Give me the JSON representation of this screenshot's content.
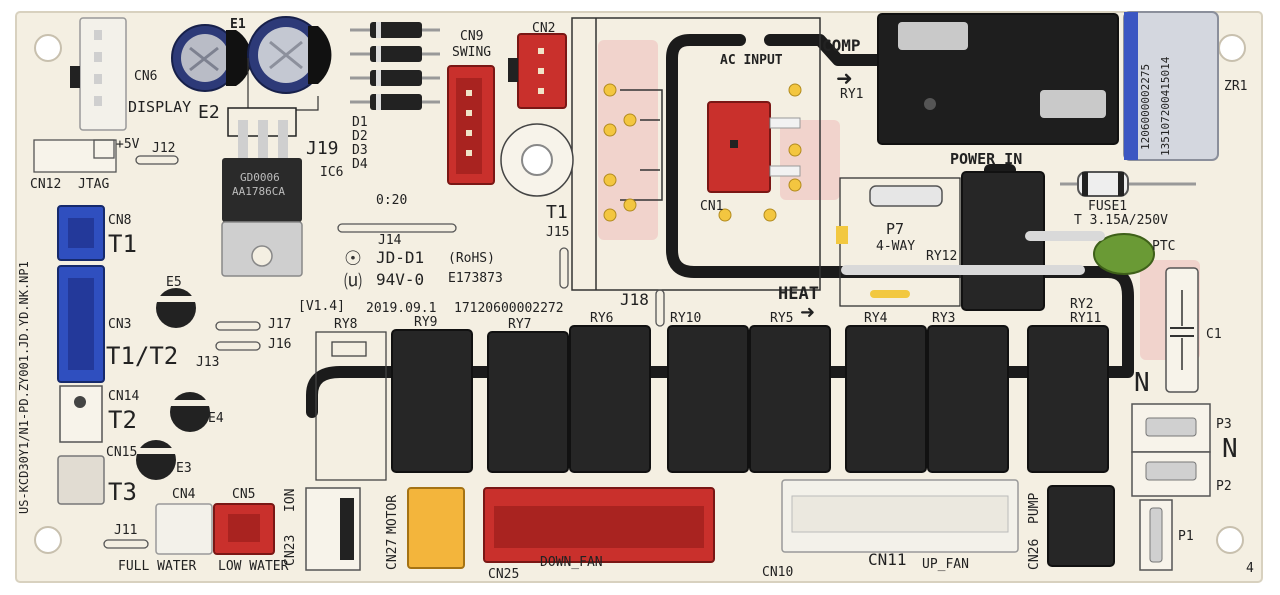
{
  "labels": {
    "cn6": "CN6",
    "display": "DISPLAY",
    "e1": "E1",
    "e2": "E2",
    "plus5v": "+5V",
    "j12": "J12",
    "cn12": "CN12",
    "jtag": "JTAG",
    "j19": "J19",
    "ic6": "IC6",
    "d1": "D1",
    "d2": "D2",
    "d3": "D3",
    "d4": "D4",
    "cn9": "CN9",
    "swing": "SWING",
    "cn2": "CN2",
    "ac_input": "AC INPUT",
    "cn1": "CN1",
    "t1_transformer": "T1",
    "j15": "J15",
    "comp": "COMP",
    "ry1": "RY1",
    "zr1": "ZR1",
    "power_in": "POWER IN",
    "fuse1": "FUSE1",
    "fuse_rating": "T 3.15A/250V",
    "p7": "P7",
    "four_way": "4-WAY",
    "ry12": "RY12",
    "ptc": "PTC",
    "heat": "HEAT",
    "ry2": "RY2",
    "ry11": "RY11",
    "cn8": "CN8",
    "t1_sensor": "T1",
    "cn3": "CN3",
    "t1_t2": "T1/T2",
    "cn14": "CN14",
    "t2": "T2",
    "cn15": "CN15",
    "t3": "T3",
    "e5": "E5",
    "e4": "E4",
    "e3": "E3",
    "j17": "J17",
    "j16": "J16",
    "j13": "J13",
    "j14": "J14",
    "j18": "J18",
    "time_code": "0:20",
    "jd": "JD-D1",
    "rohs": "(RoHS)",
    "ul": "94V-0",
    "ul_file": "E173873",
    "version": "[V1.4]",
    "date": "2019.09.1",
    "serial": "17120600002272",
    "ry8": "RY8",
    "ry9": "RY9",
    "ry7": "RY7",
    "ry6": "RY6",
    "ry10": "RY10",
    "ry5": "RY5",
    "ry4": "RY4",
    "ry3": "RY3",
    "c1": "C1",
    "n1": "N",
    "n2": "N",
    "p3": "P3",
    "p2": "P2",
    "p1": "P1",
    "side_model": "US-KCD30Y1/N1-PD.ZY001.JD.YD.NK.NP1",
    "cn4": "CN4",
    "cn5": "CN5",
    "j11": "J11",
    "full_water": "FULL WATER",
    "low_water": "LOW WATER",
    "cn23": "CN23",
    "ion": "ION",
    "cn27": "CN27",
    "motor": "MOTOR",
    "cn25": "CN25",
    "down_fan": "DOWN_FAN",
    "cn10": "CN10",
    "cn11": "CN11",
    "up_fan": "UP_FAN",
    "cn26": "CN26",
    "pump": "PUMP",
    "corner_4": "4",
    "comp_sticker": "1206000002275",
    "comp_sticker2": "135107200415014",
    "ic_mark1": "AA1786CA",
    "ic_mark2": "GD0006"
  },
  "colors": {
    "board": "#f4efe2",
    "trace": "#1b1b1b",
    "relay": "#262626",
    "red_connector": "#c9302c",
    "blue_connector": "#2f4fbf",
    "yellow_connector": "#f3b53c",
    "white_connector": "#f3f1ea",
    "green_ptc": "#6a9a35",
    "cap_blue": "#2d3a78"
  },
  "icons": {
    "ul_mark": "ul-recognized-icon",
    "jd_logo": "jd-logo-icon",
    "arrow": "arrow-right-icon"
  }
}
